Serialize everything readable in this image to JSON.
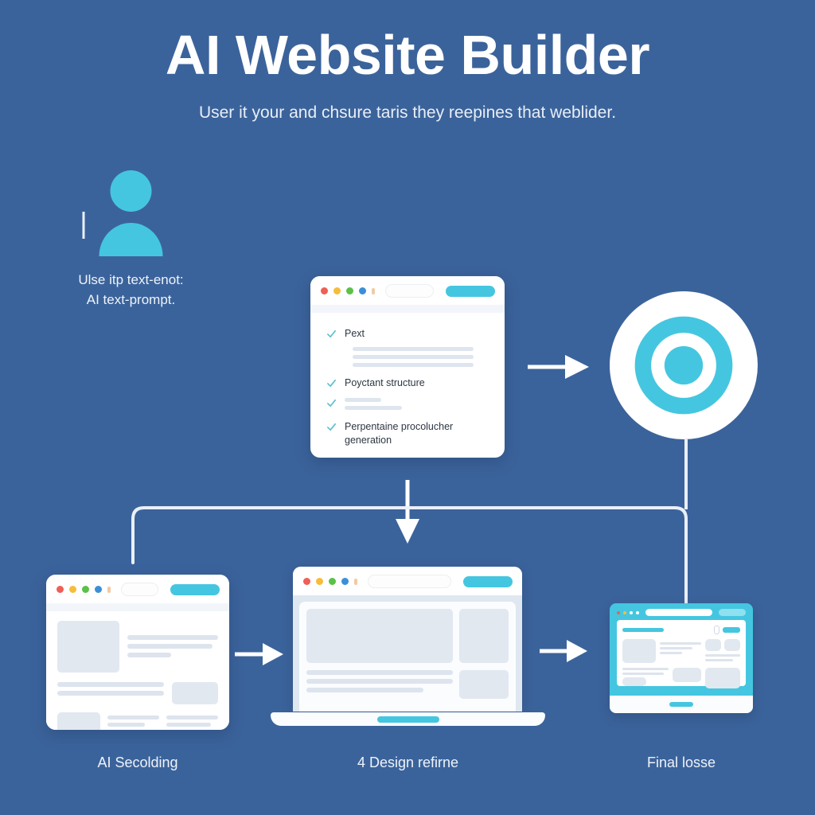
{
  "header": {
    "title": "AI Website Builder",
    "subtitle": "User it your and chsure taris they reepines that weblider."
  },
  "colors": {
    "background": "#3b639b",
    "accent_cyan": "#45c6e0",
    "text_light": "#eef3fa",
    "wireframe_block": "#e2e8f0"
  },
  "user_step": {
    "icon": "user-avatar-icon",
    "caption_line1": "Ulse itp text-enot:",
    "caption_line2": "AI text-prompt."
  },
  "checklist_window": {
    "icon_dots": [
      "red",
      "yellow",
      "green",
      "blue"
    ],
    "url_placeholder": "",
    "cta_label": "",
    "items": [
      {
        "type": "text",
        "label": "Pext",
        "check": "check-icon"
      },
      {
        "type": "bars",
        "count": 3
      },
      {
        "type": "text",
        "label": "Poyctant structure",
        "check": "check-icon"
      },
      {
        "type": "bars",
        "count": 2
      },
      {
        "type": "text",
        "label": "Perpentaine procolucher generation",
        "check": "check-icon"
      }
    ]
  },
  "target_step": {
    "icon": "concentric-target-icon"
  },
  "arrows": {
    "arrow_1": "arrow-right-icon",
    "arrow_2": "arrow-down-icon",
    "arrow_3": "arrow-right-icon",
    "arrow_4": "arrow-right-icon"
  },
  "steps": [
    {
      "id": "step-left",
      "caption": "AI Secolding",
      "device": "browser-window"
    },
    {
      "id": "step-center",
      "caption": "4 Design refirne",
      "device": "laptop-mockup"
    },
    {
      "id": "step-right",
      "caption": "Final losse",
      "device": "tablet-mockup"
    }
  ]
}
